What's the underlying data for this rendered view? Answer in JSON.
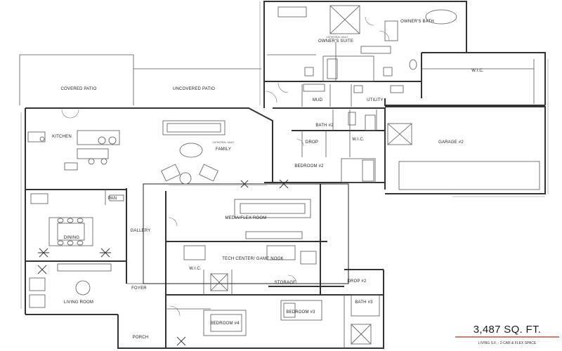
{
  "plan": {
    "rooms": {
      "owners_bath": "OWNER'S BATH",
      "owners_suite": "OWNER'S SUITE",
      "cathedral_vault": "CATHEDRAL VAULT",
      "wic_owner": "W.I.C.",
      "covered_patio": "COVERED PATIO",
      "uncovered_patio": "UNCOVERED PATIO",
      "mud": "MUD",
      "utility": "UTILITY",
      "bath2": "BATH #2",
      "garage2": "GARAGE #2",
      "kitchen": "KITCHEN",
      "family": "FAMILY",
      "family_vault": "CATHEDRAL VAULT",
      "drop": "DROP",
      "wic2": "W.I.C.",
      "bedroom2": "BEDROOM #2",
      "pan": "PAN",
      "dining": "DINING",
      "gallery": "GALLERY",
      "media": "MEDIA/FLEX ROOM",
      "tech": "TECH CENTER/ GAME NOOK",
      "wic3": "W.I.C.",
      "storage": "STORAGE",
      "drop2": "DROP #2",
      "bath3": "BATH #3",
      "foyer": "FOYER",
      "living": "LIVING ROOM",
      "bedroom3": "BEDROOM #3",
      "bedroom4": "BEDROOM #4",
      "porch": "PORCH"
    },
    "sqft": "3,487 SQ. FT.",
    "subtitle": "LIVING S.F. - 2-CAR & FLEX SPACE"
  }
}
